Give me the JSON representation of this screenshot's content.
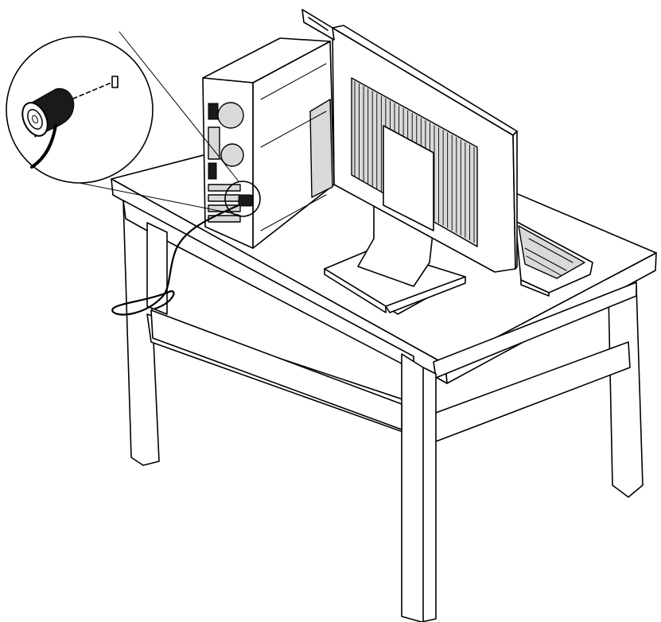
{
  "figure": {
    "description_items": [
      "desk",
      "desktop-computer",
      "monitor",
      "keyboard",
      "cable-lock",
      "magnified-callout"
    ]
  }
}
